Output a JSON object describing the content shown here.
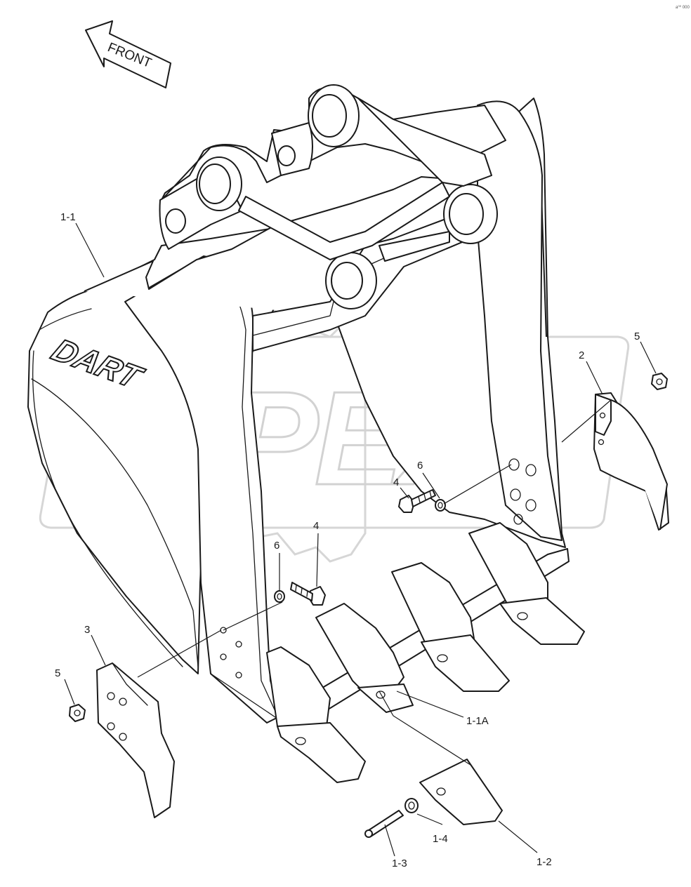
{
  "diagram": {
    "front_arrow_label": "FRONT",
    "brand_mark": "DART",
    "watermark": "OPEX",
    "corner_mark": "a⁰⁰ 000",
    "callouts": [
      {
        "id": "c-1-1",
        "text": "1-1"
      },
      {
        "id": "c-2",
        "text": "2"
      },
      {
        "id": "c-5-right",
        "text": "5"
      },
      {
        "id": "c-6-upper",
        "text": "6"
      },
      {
        "id": "c-4-upper",
        "text": "4"
      },
      {
        "id": "c-4-mid",
        "text": "4"
      },
      {
        "id": "c-6-mid",
        "text": "6"
      },
      {
        "id": "c-3",
        "text": "3"
      },
      {
        "id": "c-5-left",
        "text": "5"
      },
      {
        "id": "c-1-1a",
        "text": "1-1A"
      },
      {
        "id": "c-1-4",
        "text": "1-4"
      },
      {
        "id": "c-1-3",
        "text": "1-3"
      },
      {
        "id": "c-1-2",
        "text": "1-2"
      }
    ]
  }
}
